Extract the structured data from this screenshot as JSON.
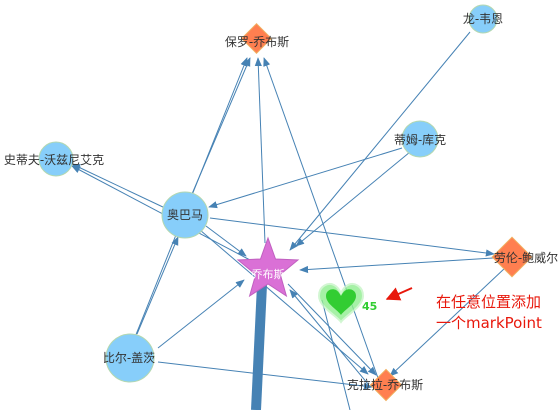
{
  "graph": {
    "nodes": [
      {
        "id": "qiaobusi",
        "name": "乔布斯",
        "symbol": "star",
        "color": "#da70d6"
      },
      {
        "id": "baoluo",
        "name": "保罗-乔布斯",
        "symbol": "diamond",
        "color": "#ff7f50"
      },
      {
        "id": "weien",
        "name": "龙-韦恩",
        "symbol": "circle",
        "color": "#87cefa"
      },
      {
        "id": "wozi",
        "name": "史蒂夫-沃兹尼艾克",
        "symbol": "circle",
        "color": "#87cefa"
      },
      {
        "id": "kuke",
        "name": "蒂姆-库克",
        "symbol": "circle",
        "color": "#87cefa"
      },
      {
        "id": "aobama",
        "name": "奥巴马",
        "symbol": "circle",
        "color": "#87cefa"
      },
      {
        "id": "baoweier",
        "name": "劳伦-鲍威尔",
        "symbol": "diamond",
        "color": "#ff7f50"
      },
      {
        "id": "gaici",
        "name": "比尔-盖茨",
        "symbol": "circle",
        "color": "#87cefa"
      },
      {
        "id": "kelala",
        "name": "克拉拉-乔布斯",
        "symbol": "diamond",
        "color": "#ff7f50"
      }
    ],
    "edge_color": "#4682b4"
  },
  "mark_point": {
    "value": "45",
    "symbol": "heart",
    "fill_color": "#32cd32",
    "glow_color": "#90ee90",
    "value_color": "#32cd32"
  },
  "annotation": {
    "text_line1": "在任意位置添加",
    "text_line2": "一个markPoint",
    "color": "#e8180c"
  }
}
